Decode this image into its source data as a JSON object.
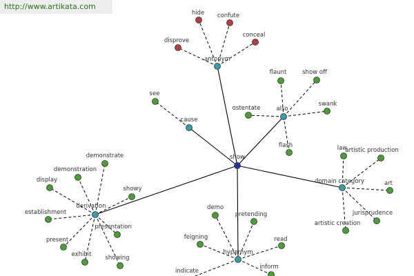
{
  "watermark": "http://www.artikata.com",
  "colors": {
    "center": "#2e3192",
    "relation": "#3e9ba3",
    "word": "#4f9a3a",
    "antonym_word": "#b04040",
    "edge": "#000000",
    "background": "#ffffff"
  },
  "graph": {
    "center": "show",
    "relations": [
      {
        "id": "antonym",
        "label": "antonym",
        "words": [
          "hide",
          "confute",
          "disprove",
          "conceal"
        ]
      },
      {
        "id": "also",
        "label": "also",
        "words": [
          "flaunt",
          "show off",
          "ostentate",
          "swank",
          "flash"
        ]
      },
      {
        "id": "cause",
        "label": "cause",
        "words": [
          "see"
        ]
      },
      {
        "id": "domain-category",
        "label": "domain category",
        "words": [
          "law",
          "artistic production",
          "art",
          "jurisprudence",
          "artistic creation"
        ]
      },
      {
        "id": "derivation",
        "label": "derivation",
        "words": [
          "demonstrate",
          "demonstration",
          "display",
          "showy",
          "establishment",
          "presentation",
          "present",
          "exhibit",
          "showing"
        ]
      },
      {
        "id": "hypernym",
        "label": "hypernym",
        "words": [
          "demo",
          "pretending",
          "feigning",
          "read",
          "indicate",
          "inform"
        ]
      }
    ]
  }
}
